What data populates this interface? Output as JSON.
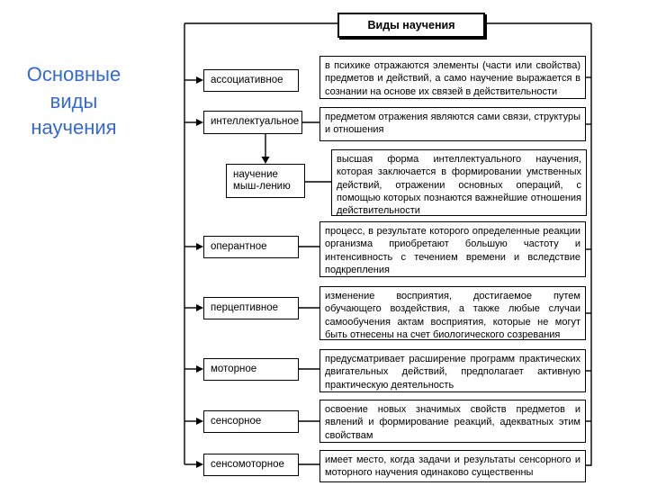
{
  "slide": {
    "background": "#ffffff"
  },
  "colors": {
    "title_blue": "#3569d3",
    "line_black": "#000000"
  },
  "side_title": {
    "text": "Основные виды научения"
  },
  "diagram": {
    "root_label": "Виды научения",
    "items": [
      {
        "id": "associative",
        "type": "ассоциативное",
        "description": "в психике отражаются элементы (части или свойства) предметов и действий, а само научение выражается в сознании на основе их связей в действительности"
      },
      {
        "id": "intellectual",
        "type": "интеллектуальное",
        "description": "предметом отражения являются сами связи, структуры и отношения"
      },
      {
        "id": "thinking-learning",
        "type": "научение мыш-лению",
        "description": "высшая форма интеллектуального научения, которая заключается в формировании умственных действий, отражении основных операций, с помощью которых познаются важнейшие отношения действительности"
      },
      {
        "id": "operant",
        "type": "оперантное",
        "description": "процесс, в результате которого определенные реакции организма приобретают большую частоту и интенсивность с течением времени и вследствие подкрепления"
      },
      {
        "id": "perceptual",
        "type": "перцептивное",
        "description": "изменение восприятия, достигаемое путем обучающего воздействия, а также любые случаи самообучения актам восприятия, которые не могут быть отнесены на счет биологического созревания"
      },
      {
        "id": "motor",
        "type": "моторное",
        "description": "предусматривает расширение программ практических двигательных действий, предполагает активную практическую деятельность"
      },
      {
        "id": "sensory",
        "type": "сенсорное",
        "description": "освоение новых значимых свойств предметов и явлений и формирование реакций, адекватных этим свойствам"
      },
      {
        "id": "sensorimotor",
        "type": "сенсомоторное",
        "description": "имеет место, когда задачи и результаты сенсорного и моторного научения одинаково существенны"
      }
    ]
  }
}
